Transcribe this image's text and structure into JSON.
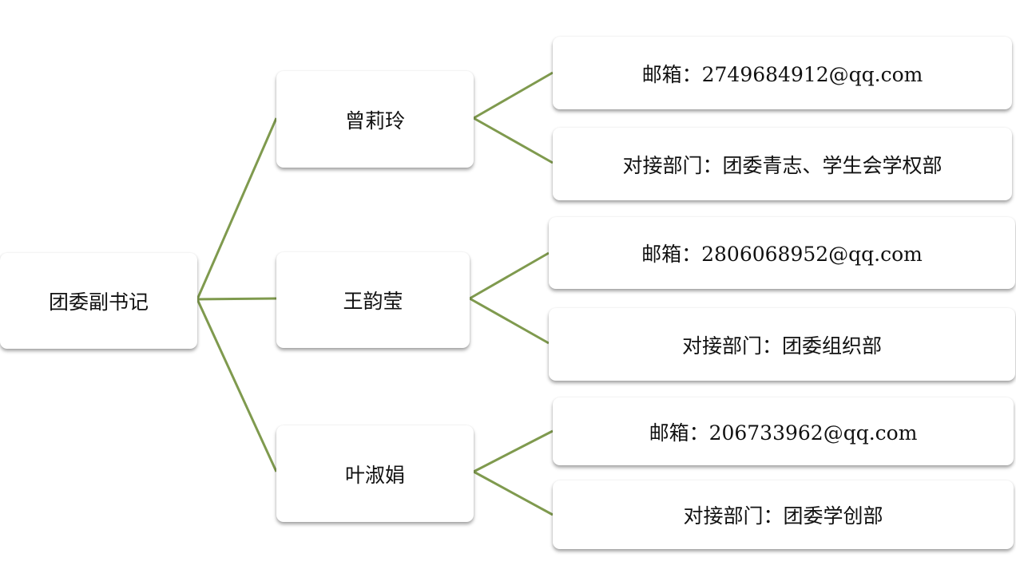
{
  "colors": {
    "connector": "#7f9a4e"
  },
  "root": {
    "label": "团委副书记"
  },
  "members": [
    {
      "name": "曾莉玲",
      "email": "邮箱：2749684912@qq.com",
      "dept": "对接部门：团委青志、学生会学权部"
    },
    {
      "name": "王韵莹",
      "email": "邮箱：2806068952@qq.com",
      "dept": "对接部门：团委组织部"
    },
    {
      "name": "叶淑娟",
      "email": "邮箱：206733962@qq.com",
      "dept": "对接部门：团委学创部"
    }
  ]
}
